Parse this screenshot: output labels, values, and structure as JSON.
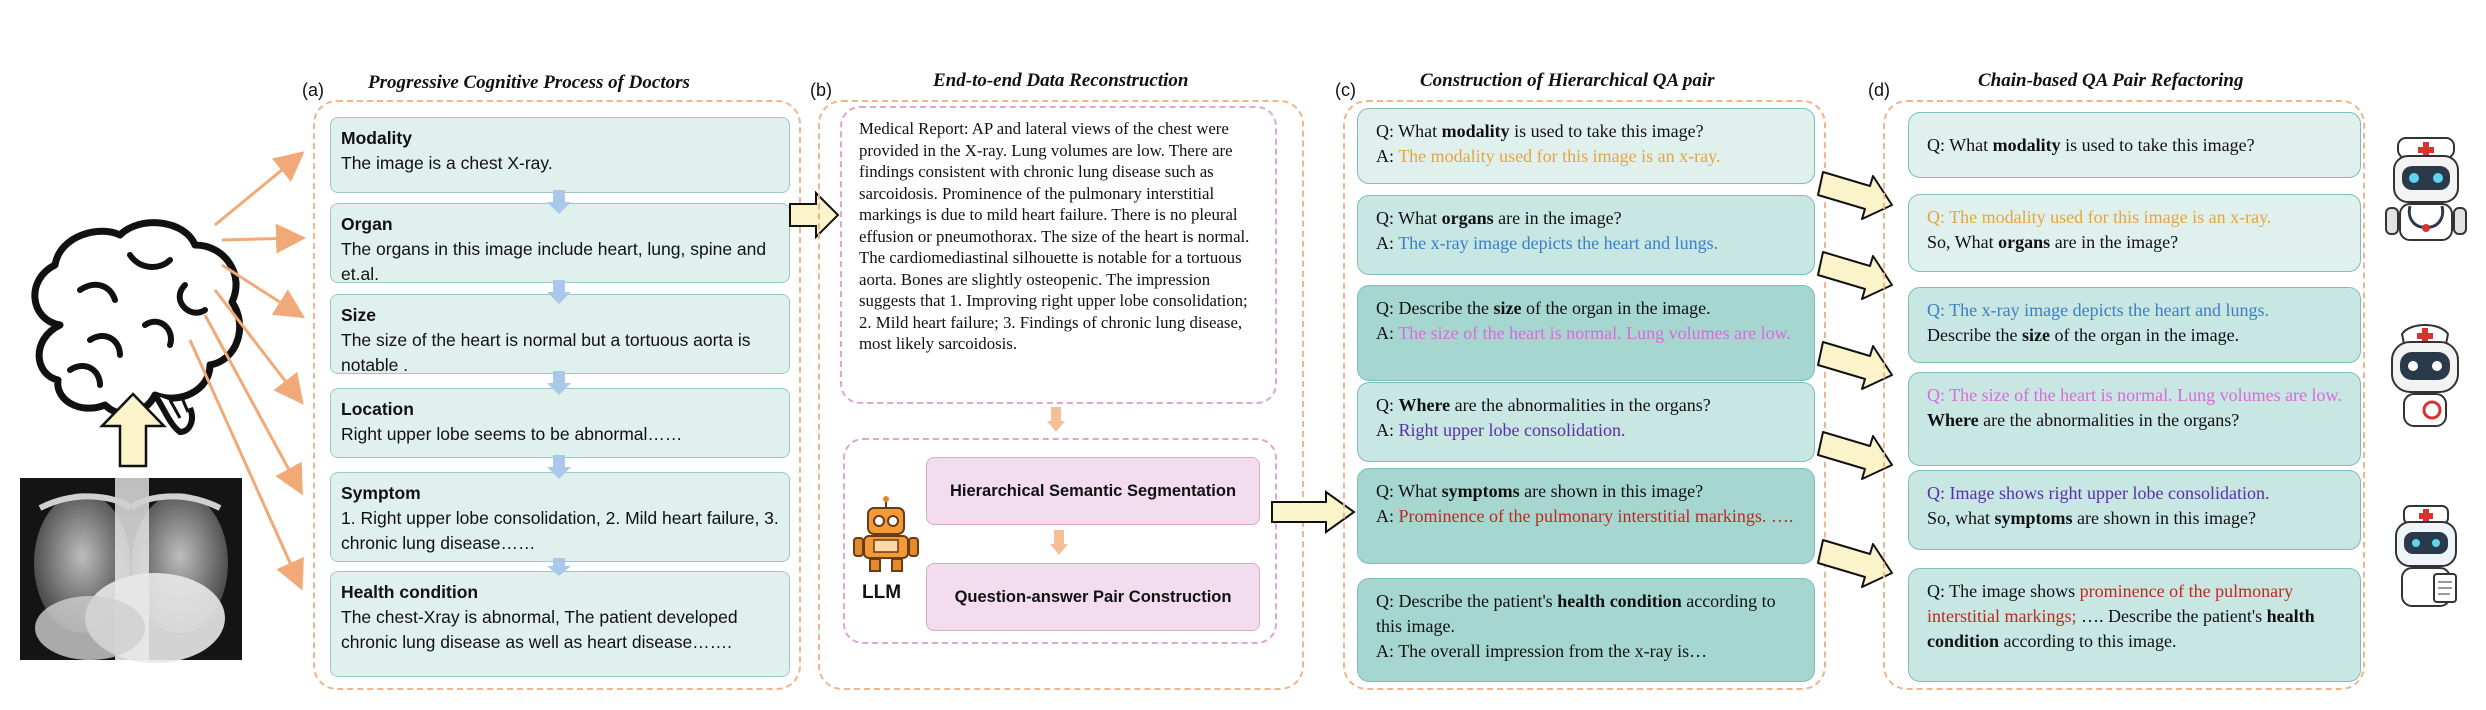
{
  "panel_a": {
    "letter": "(a)",
    "title": "Progressive Cognitive Process of Doctors",
    "cards": [
      {
        "title": "Modality",
        "text": "The image is a chest X-ray."
      },
      {
        "title": "Organ",
        "text": "The organs in this image include heart, lung, spine and et.al."
      },
      {
        "title": "Size",
        "text": "The size of the heart is normal but a tortuous aorta is notable ."
      },
      {
        "title": "Location",
        "text": "Right upper lobe seems to be abnormal……"
      },
      {
        "title": "Symptom",
        "text": "1. Right upper lobe consolidation, 2.  Mild heart failure, 3. chronic lung disease……"
      },
      {
        "title": "Health condition",
        "text": "The chest-Xray is abnormal, The patient developed chronic lung disease as well as heart disease……."
      }
    ]
  },
  "panel_b": {
    "letter": "(b)",
    "title": "End-to-end Data Reconstruction",
    "report": "Medical Report: AP and lateral views of the chest were provided in the X-ray. Lung volumes are low. There are findings consistent with chronic lung disease such as sarcoidosis. Prominence of the pulmonary interstitial markings is due to mild heart failure. There is no pleural effusion or pneumothorax. The size of the heart is normal. The cardiomediastinal silhouette is notable for a tortuous aorta. Bones are slightly osteopenic. The impression suggests that 1. Improving right upper lobe consolidation; 2. Mild heart failure; 3. Findings of chronic lung disease, most likely sarcoidosis.",
    "step1": "Hierarchical Semantic Segmentation",
    "step2": "Question-answer Pair Construction",
    "llm_label": "LLM"
  },
  "panel_c": {
    "letter": "(c)",
    "title": "Construction of Hierarchical QA pair",
    "cards": [
      {
        "q_pre": "Q: What ",
        "q_bold": "modality",
        "q_post": " is used to take this image?",
        "a_prefix": "A: ",
        "a_text": "The modality used for this image is an x-ray.",
        "a_color": "orange"
      },
      {
        "q_pre": "Q: What ",
        "q_bold": "organs",
        "q_post": " are in the image?",
        "a_prefix": "A: ",
        "a_text": "The x-ray image depicts the heart and lungs.",
        "a_color": "blue"
      },
      {
        "q_pre": "Q: Describe the ",
        "q_bold": "size",
        "q_post": " of the organ in the image.",
        "a_prefix": "A: ",
        "a_text": "The size of the heart is normal. Lung volumes are low.",
        "a_color": "pink"
      },
      {
        "q_pre": "Q: ",
        "q_bold": "Where",
        "q_post": " are the abnormalities in the organs?",
        "a_prefix": "A: ",
        "a_text": "Right upper lobe consolidation.",
        "a_color": "purple"
      },
      {
        "q_pre": "Q: What ",
        "q_bold": "symptoms",
        "q_post": " are shown in this image?",
        "a_prefix": "A: ",
        "a_text": "Prominence of the pulmonary interstitial markings. ….",
        "a_color": "red"
      },
      {
        "q_pre": "Q: Describe the patient's ",
        "q_bold": "health condition",
        "q_post": " according to this image.",
        "a_prefix": "A: ",
        "a_text": "The overall impression from the x-ray is…",
        "a_color": "black"
      }
    ]
  },
  "panel_d": {
    "letter": "(d)",
    "title": "Chain-based QA Pair Refactoring",
    "cards": [
      {
        "colored": "",
        "mid": "",
        "q_pre": "Q: What ",
        "q_bold": "modality",
        "q_post": " is used to take this image?",
        "color": "black"
      },
      {
        "colored": "Q: The modality used for this image is an x-ray.",
        "mid": "",
        "q_pre": "So, What ",
        "q_bold": "organs",
        "q_post": " are in the image?",
        "color": "orange"
      },
      {
        "colored": "Q: The x-ray image depicts the heart and lungs.",
        "mid": "",
        "q_pre": "Describe the ",
        "q_bold": "size",
        "q_post": " of the organ in the image.",
        "color": "blue"
      },
      {
        "colored": "Q: The size of the heart is normal. Lung volumes are low.",
        "mid": "",
        "q_pre": " ",
        "q_bold": "Where",
        "q_post": " are the abnormalities in the organs?",
        "color": "pink"
      },
      {
        "colored": "Q: Image shows right upper lobe consolidation.",
        "mid": "",
        "q_pre": "So, what ",
        "q_bold": "symptoms",
        "q_post": " are shown in this image?",
        "color": "purple"
      },
      {
        "colored": "prominence of the pulmonary interstitial markings;",
        "mid": "Q: The image shows ",
        "q_pre": " …. Describe the patient's ",
        "q_bold": "health condition",
        "q_post": " according to this image.",
        "color": "red"
      }
    ]
  },
  "colors": {
    "frame_dashed": "#f2b48a",
    "llm_dashed": "#e3a2d8",
    "card_fill": "#dff0ed",
    "card_border": "#9cc8c9",
    "flow_arrow": "#a9c8ea",
    "big_arrow_fill": "#fbf3c9",
    "orange": "#e8a43a",
    "blue": "#3a7fc9",
    "pink": "#d96ad8",
    "purple": "#5a2ea8",
    "red": "#c0281f"
  },
  "icons": [
    "brain-icon",
    "chest-xray-image",
    "llm-robot-icon",
    "doctor-robot-icon",
    "nurse-robot-icon",
    "medic-robot-icon"
  ]
}
